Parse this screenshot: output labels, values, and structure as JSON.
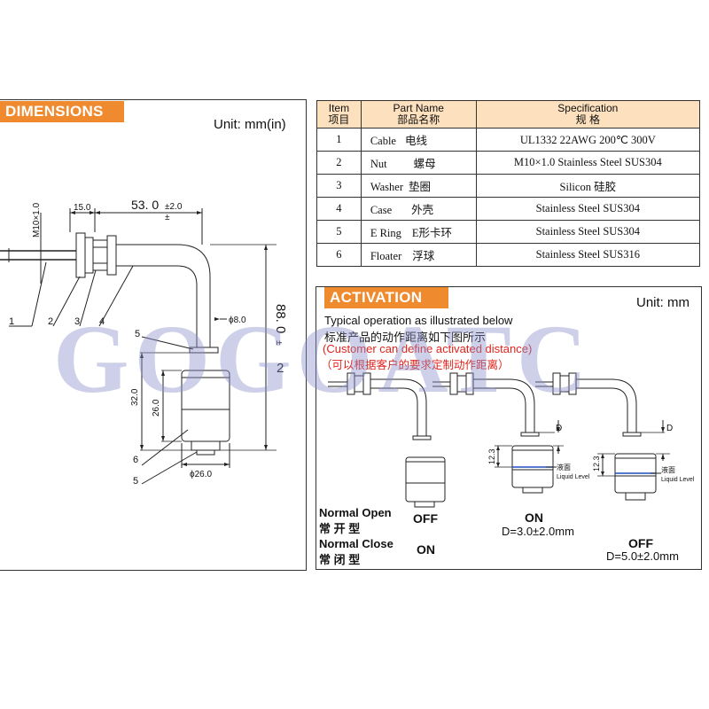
{
  "dimensions": {
    "header": "DIMENSIONS",
    "unit": "Unit: mm(in)",
    "labels": {
      "m10": "M10×1.0",
      "d15": "15.0",
      "d53": "53. 0",
      "tol53": "±2.0",
      "pm53": "±",
      "d88": "88. 0",
      "tol88a": "±",
      "tol88b": "2",
      "phi8": "ϕ8.0",
      "d32": "32.0",
      "d26": "26.0",
      "phi26": "ϕ26.0"
    },
    "callouts": [
      "1",
      "2",
      "3",
      "4",
      "5",
      "6",
      "5"
    ]
  },
  "parts_table": {
    "headers": {
      "item_en": "Item",
      "item_cn": "项目",
      "name_en": "Part Name",
      "name_cn": "部品名称",
      "spec_en": "Specification",
      "spec_cn": "规    格"
    },
    "rows": [
      {
        "item": "1",
        "name": "Cable",
        "name_cn": "电线",
        "spec": "UL1332 22AWG 200℃ 300V"
      },
      {
        "item": "2",
        "name": "Nut",
        "name_cn": "螺母",
        "spec": "M10×1.0 Stainless Steel SUS304"
      },
      {
        "item": "3",
        "name": "Washer",
        "name_cn": "垫圈",
        "spec": "Silicon 硅胶"
      },
      {
        "item": "4",
        "name": "Case",
        "name_cn": "外壳",
        "spec": "Stainless Steel SUS304"
      },
      {
        "item": "5",
        "name": "E Ring",
        "name_cn": "E形卡环",
        "spec": "Stainless Steel SUS304"
      },
      {
        "item": "6",
        "name": "Floater",
        "name_cn": "浮球",
        "spec": "Stainless Steel SUS316"
      }
    ]
  },
  "activation": {
    "header": "ACTIVATION",
    "unit": "Unit: mm",
    "line1": "Typical operation as illustrated below",
    "line2": "标准产品的动作距离如下图所示",
    "line3": "(Customer can define activated distance)",
    "line4": "（可以根据客户的要求定制动作距离）",
    "normal_open_en": "Normal Open",
    "normal_open_cn": "常 开 型",
    "normal_close_en": "Normal Close",
    "normal_close_cn": "常 闭 型",
    "states": {
      "col1_open": "OFF",
      "col1_close": "ON",
      "col2_open": "ON",
      "col3_close": "OFF"
    },
    "d_col2": "D=3.0±2.0mm",
    "d_col3": "D=5.0±2.0mm",
    "dim_d": "D",
    "dim_123": "12.3",
    "liquid_cn": "液面",
    "liquid_en": "Liquid Level"
  },
  "watermark": "GOGOATC",
  "colors": {
    "header_orange": "#f08a2e",
    "table_header_bg": "#fde0bd",
    "red_note": "#e0231b",
    "watermark": "#8c91cc"
  }
}
